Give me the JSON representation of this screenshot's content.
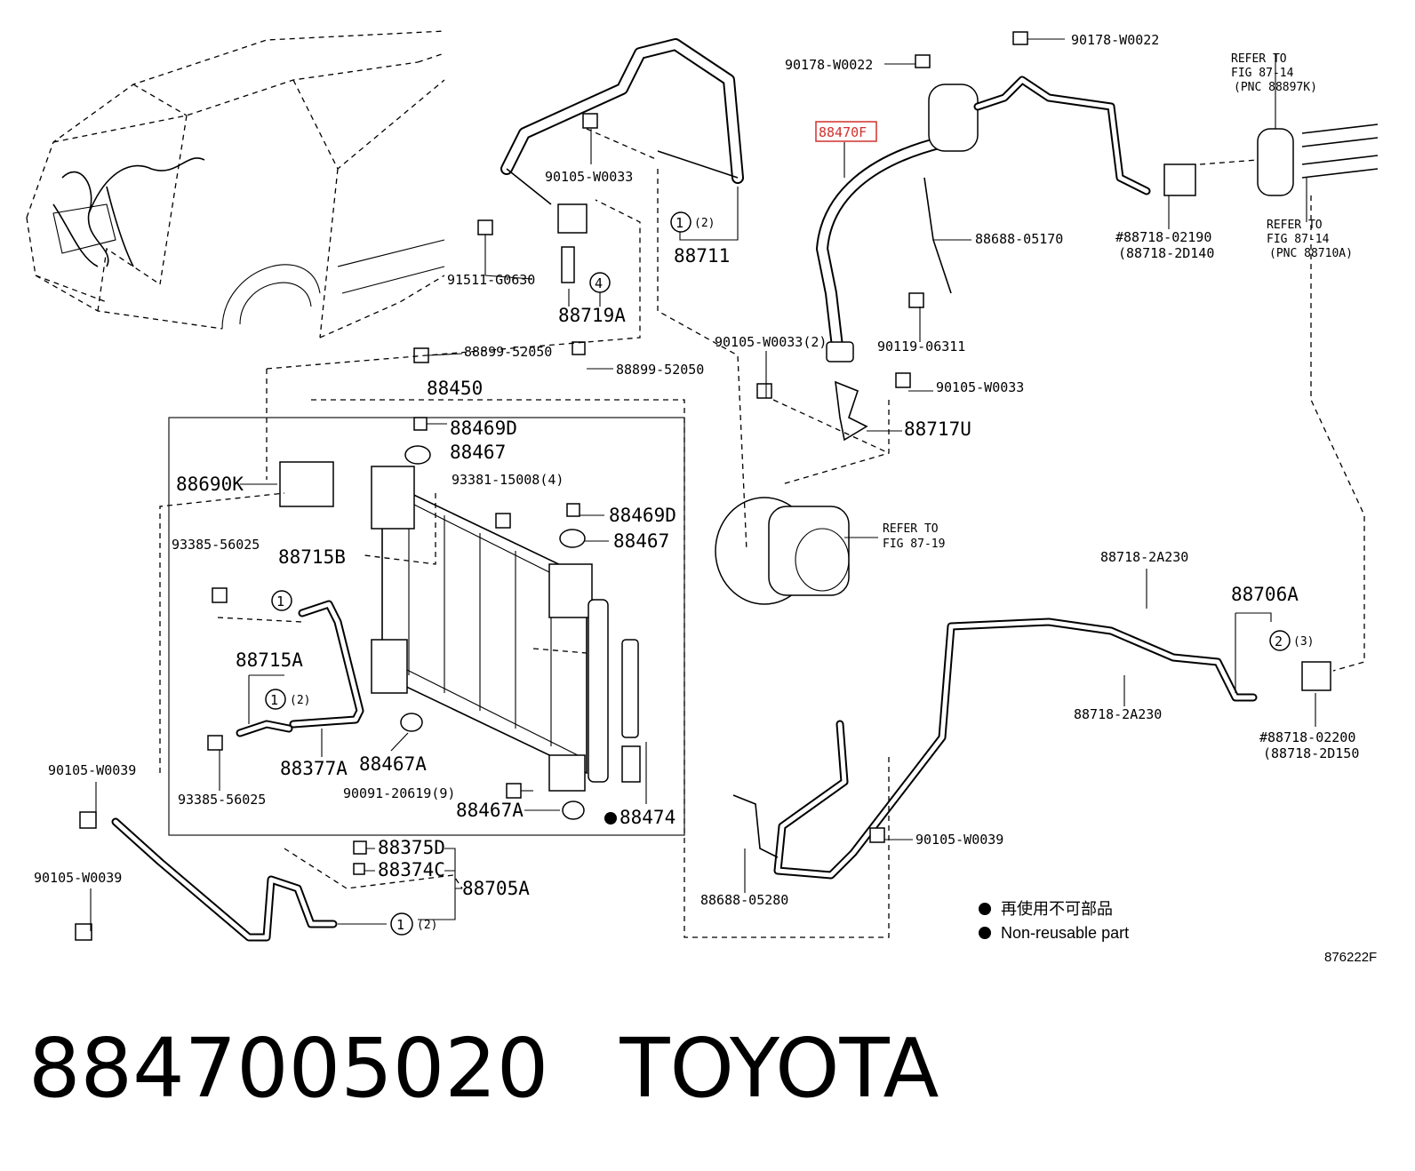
{
  "footer": {
    "part_number": "8847005020",
    "brand": "TOYOTA"
  },
  "highlight": {
    "part": "88470F",
    "color": "#d0312d"
  },
  "labels": {
    "p1": "90178-W0022",
    "p2": "90178-W0022",
    "p3": "88470F",
    "p4": "90105-W0033",
    "p5": "88711",
    "p6": "91511-G0630",
    "p7": "88719A",
    "p8": "88688-05170",
    "p9": "90119-06311",
    "p10": "#88718-02190",
    "p11": "(88718-2D140",
    "p12": "90105-W0033(2)",
    "p13": "90105-W0033",
    "p14": "88717U",
    "p15": "88899-52050",
    "p16": "88899-52050",
    "p17": "88450",
    "p18": "88469D",
    "p19": "88467",
    "p20": "93381-15008(4)",
    "p21": "88690K",
    "p22": "88469D",
    "p23": "88467",
    "p24": "93385-56025",
    "p25": "88715B",
    "p26": "88715A",
    "p27": "88377A",
    "p28": "88467A",
    "p29": "93385-56025",
    "p30": "90091-20619(9)",
    "p31": "88467A",
    "p32": "88474",
    "p33": "90105-W0039",
    "p34": "90105-W0039",
    "p35": "88375D",
    "p36": "88374C",
    "p37": "88705A",
    "p38": "88718-2A230",
    "p39": "88706A",
    "p40": "88718-2A230",
    "p41": "#88718-02200",
    "p42": "(88718-2D150",
    "p43": "90105-W0039",
    "p44": "88688-05280"
  },
  "refs": {
    "r1a": "REFER TO",
    "r1b": "FIG 87-14",
    "r1c": "(PNC 88897K)",
    "r2a": "REFER TO",
    "r2b": "FIG 87-14",
    "r2c": "(PNC 88710A)",
    "r3a": "REFER TO",
    "r3b": "FIG 87-19"
  },
  "qty": {
    "q1": {
      "n": "1",
      "c": "(2)"
    },
    "q2": {
      "n": "4",
      "c": ""
    },
    "q3": {
      "n": "1",
      "c": ""
    },
    "q4": {
      "n": "1",
      "c": "(2)"
    },
    "q5": {
      "n": "1",
      "c": "(2)"
    },
    "q6": {
      "n": "2",
      "c": "(3)"
    }
  },
  "legend": {
    "chinese": "再使用不可部品",
    "english": "Non-reusable part"
  },
  "figure_code": "876222F"
}
